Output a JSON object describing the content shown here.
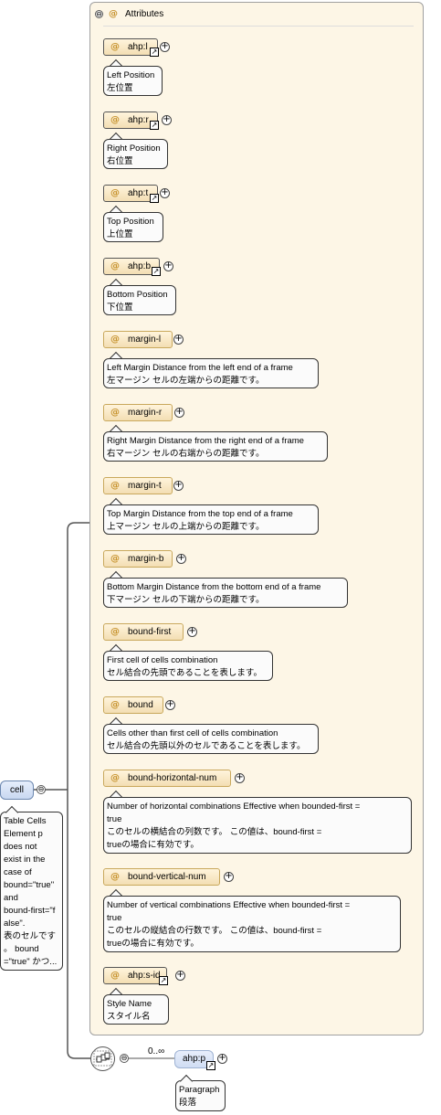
{
  "group": {
    "title": "Attributes",
    "collapse_symbol": "⊖",
    "at": "@"
  },
  "attributes": [
    {
      "name": "ahp:l",
      "ref": true,
      "doc": "Left Position\n左位置"
    },
    {
      "name": "ahp:r",
      "ref": true,
      "doc": "Right Position\n右位置"
    },
    {
      "name": "ahp:t",
      "ref": true,
      "doc": "Top Position\n上位置"
    },
    {
      "name": "ahp:b",
      "ref": true,
      "doc": "Bottom Position\n下位置"
    },
    {
      "name": "margin-l",
      "ref": false,
      "doc": "Left Margin Distance from the left end of a frame\n左マージン セルの左端からの距離です。"
    },
    {
      "name": "margin-r",
      "ref": false,
      "doc": "Right Margin Distance from the right end of a frame\n右マージン セルの右端からの距離です。"
    },
    {
      "name": "margin-t",
      "ref": false,
      "doc": "Top Margin Distance from the top end of a frame\n上マージン セルの上端からの距離です。"
    },
    {
      "name": "margin-b",
      "ref": false,
      "doc": "Bottom Margin Distance from the bottom end of a frame\n下マージン セルの下端からの距離です。"
    },
    {
      "name": "bound-first",
      "ref": false,
      "doc": "First cell of cells combination\nセル結合の先頭であることを表します。"
    },
    {
      "name": "bound",
      "ref": false,
      "doc": "Cells other than first cell of cells combination\nセル結合の先頭以外のセルであることを表します。"
    },
    {
      "name": "bound-horizontal-num",
      "ref": false,
      "doc": "Number of horizontal combinations Effective when bounded-first =\ntrue\nこのセルの横結合の列数です。 この値は、bound-first =\ntrueの場合に有効です。"
    },
    {
      "name": "bound-vertical-num",
      "ref": false,
      "doc": "Number of vertical combinations Effective when bounded-first =\ntrue\nこのセルの縦結合の行数です。 この値は、bound-first =\ntrueの場合に有効です。"
    },
    {
      "name": "ahp:s-id",
      "ref": true,
      "doc": "Style Name\nスタイル名"
    }
  ],
  "element": {
    "name": "cell",
    "collapse_symbol": "⊖",
    "doc": "Table Cells\nElement p\ndoes not\nexist in the\ncase of\nbound=\"true\"\n and\nbound-first=\"f\nalse\".\n表のセルです\n。 bound\n=\"true\" かつ..."
  },
  "sequence": {
    "cardinality": "0..∞",
    "collapse_symbol": "⊖"
  },
  "child": {
    "name": "ahp:p",
    "doc": "Paragraph\n段落"
  },
  "symbols": {
    "expand": "+",
    "ref_arrow": "↗"
  },
  "colors": {
    "panel_bg": "#fdf6e6",
    "attr_bg": "#f3deb3",
    "at_symbol": "#c7932f",
    "element_bg": "#c9d8f1"
  }
}
